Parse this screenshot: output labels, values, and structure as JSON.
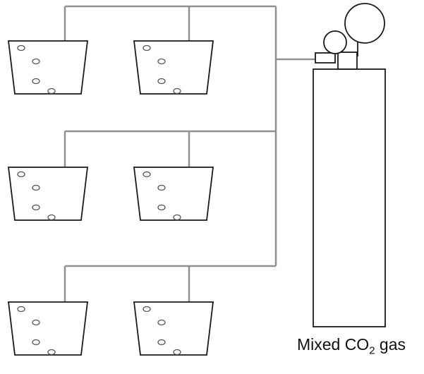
{
  "caption": {
    "prefix": "Mixed CO",
    "subscript": "2",
    "suffix": " gas"
  },
  "colors": {
    "tube": "#909090",
    "outline": "#1a1a1a",
    "bubble": "#555555",
    "background": "#ffffff"
  },
  "beakers": [
    {
      "row": 1,
      "col": 1
    },
    {
      "row": 1,
      "col": 2
    },
    {
      "row": 2,
      "col": 1
    },
    {
      "row": 2,
      "col": 2
    },
    {
      "row": 3,
      "col": 1
    },
    {
      "row": 3,
      "col": 2
    }
  ],
  "cylinder": {
    "icon": "gas-cylinder-icon"
  },
  "regulator": {
    "icon": "pressure-gauge-icon"
  }
}
